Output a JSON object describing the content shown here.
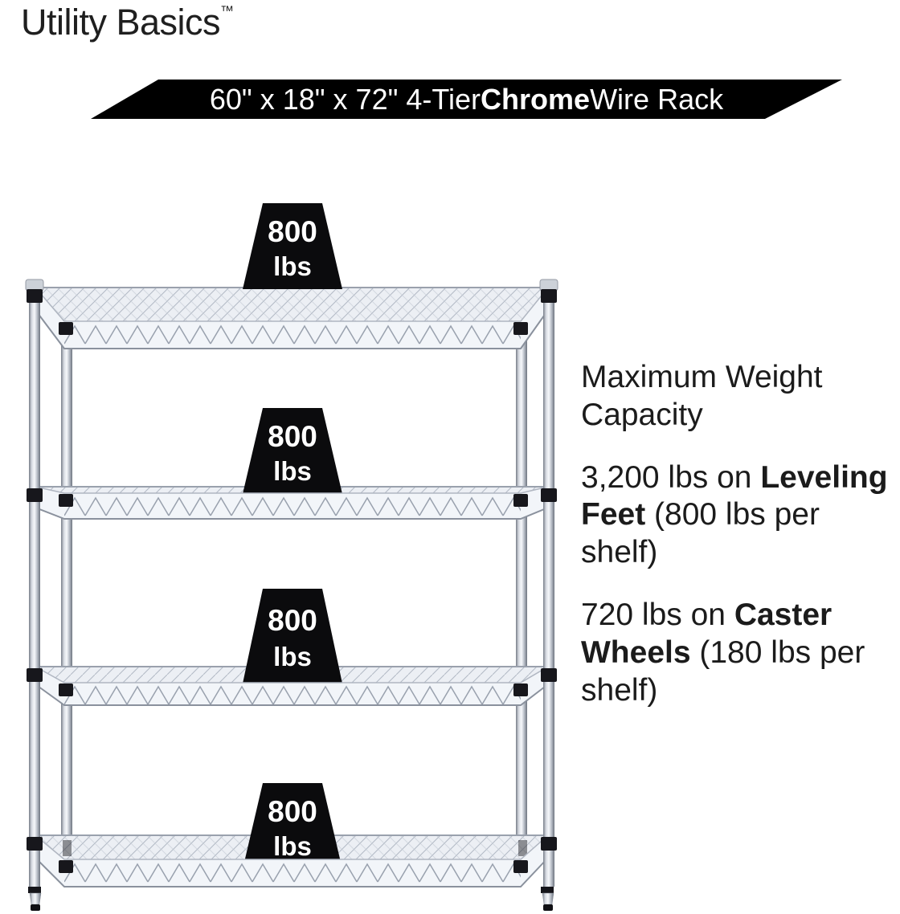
{
  "logo": {
    "text": "Utility Basics",
    "tm": "™"
  },
  "banner": {
    "prefix": "60\" x 18\" x 72\" 4-Tier ",
    "bold": "Chrome",
    "suffix": " Wire Rack",
    "background": "#000000",
    "text_color": "#ffffff"
  },
  "product": {
    "name": "60\" x 18\" x 72\" 4-Tier Chrome Wire Rack",
    "shelf_count": 4,
    "weight_badges": [
      {
        "value": "800",
        "unit": "lbs"
      },
      {
        "value": "800",
        "unit": "lbs"
      },
      {
        "value": "800",
        "unit": "lbs"
      },
      {
        "value": "800",
        "unit": "lbs"
      }
    ]
  },
  "info": {
    "heading": "Maximum Weight Capacity",
    "spec1": {
      "pre": "3,200 lbs on ",
      "bold": "Leveling Feet",
      "post": " (800 lbs per shelf)"
    },
    "spec2": {
      "pre": "720 lbs on ",
      "bold": "Caster Wheels",
      "post": " (180 lbs per shelf)"
    }
  },
  "colors": {
    "badge_black": "#0b0b0d",
    "chrome_light": "#f5f7fa",
    "chrome_mid": "#c5cad2",
    "chrome_dark": "#767d88",
    "shelf_surface": "#eceff4",
    "wire_line": "#b2b9c5"
  }
}
